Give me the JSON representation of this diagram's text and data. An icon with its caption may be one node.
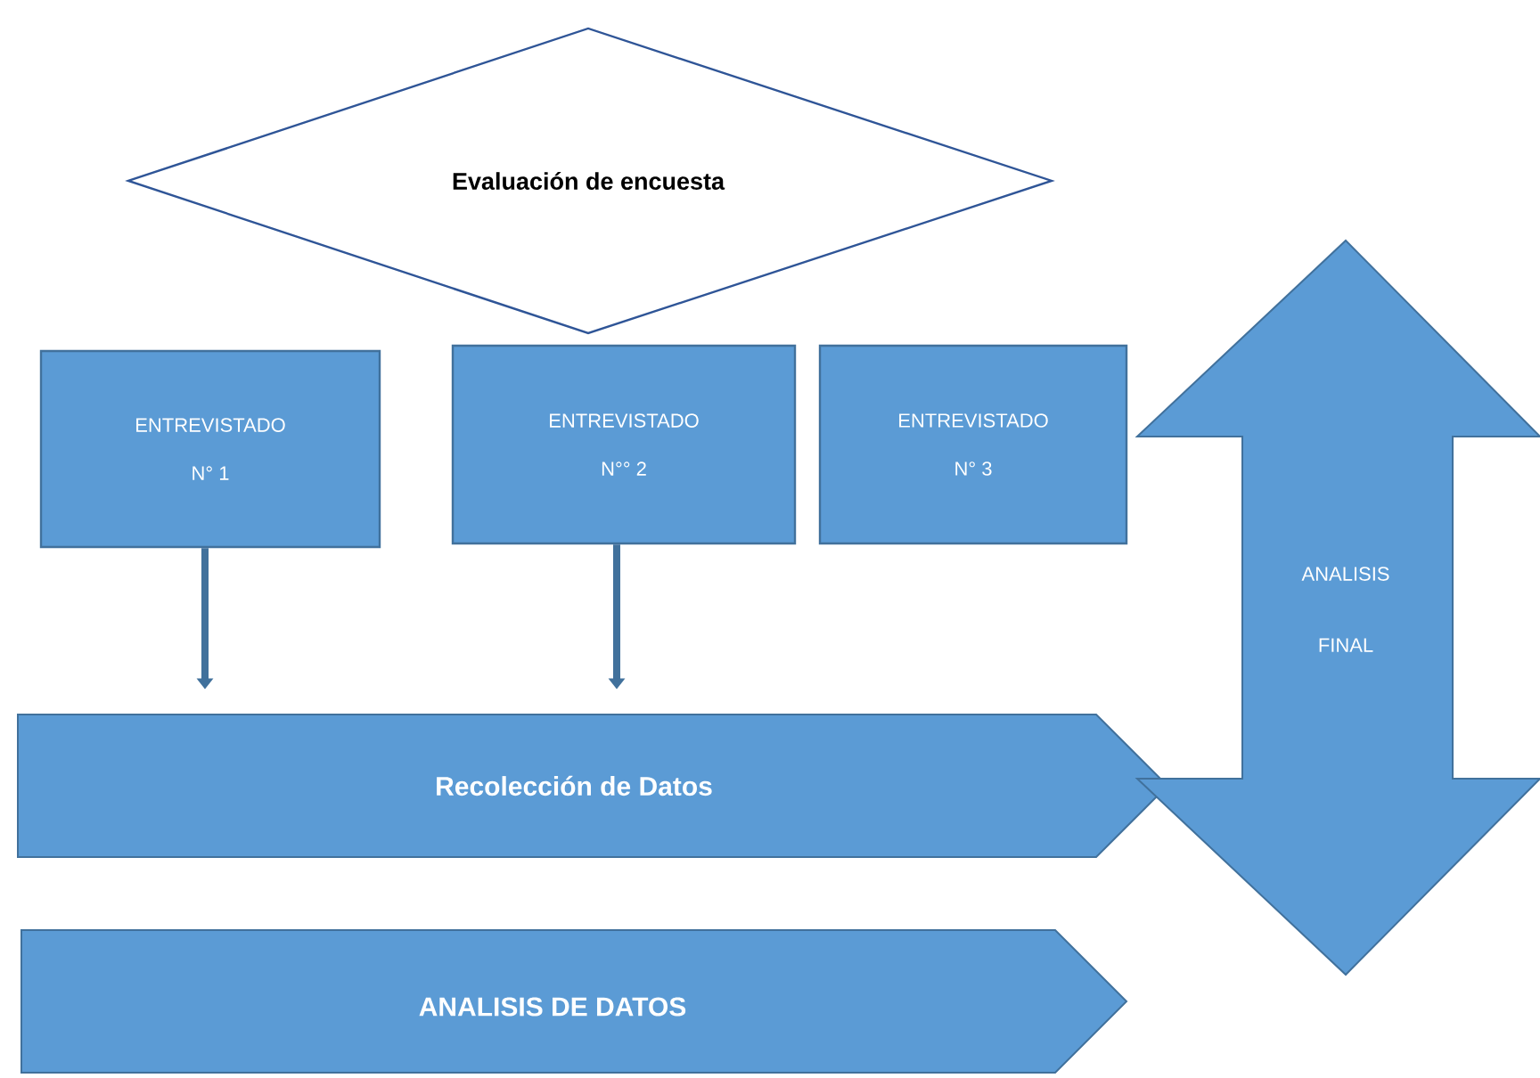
{
  "diagram": {
    "nodes": [
      {
        "text": [
          "Evaluación de encuesta"
        ]
      },
      {
        "text": [
          "ENTREVISTADO",
          "N° 1"
        ]
      },
      {
        "text": [
          "ENTREVISTADO",
          "N°° 2"
        ]
      },
      {
        "text": [
          "ENTREVISTADO",
          "N° 3"
        ]
      },
      {
        "text": [
          "Recolección de Datos"
        ]
      },
      {
        "text": [
          "ANALISIS DE DATOS"
        ]
      },
      {
        "text": [
          "ANALISIS FINAL"
        ]
      }
    ],
    "edges": [
      {
        "from": 1,
        "to": 4,
        "arrow": "to"
      },
      {
        "from": 2,
        "to": 4,
        "arrow": "to"
      }
    ]
  }
}
